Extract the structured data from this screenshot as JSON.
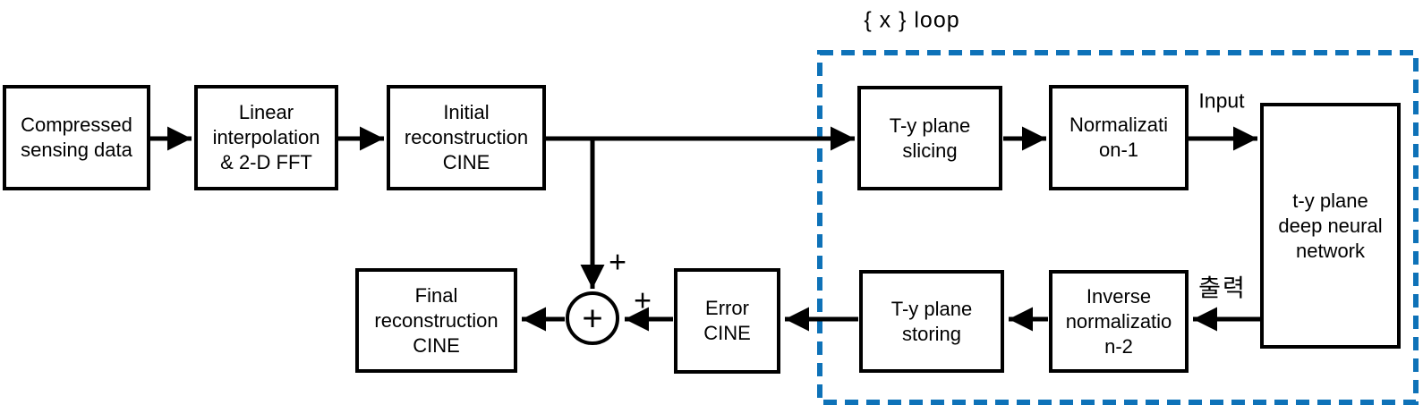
{
  "diagram": {
    "loop_label": "{ x } loop",
    "colors": {
      "loop_border": "#0e72b8",
      "wire": "#000000",
      "node_border": "#000000",
      "background": "#ffffff"
    },
    "nodes": {
      "compressed": {
        "label": "Compressed\nsensing data"
      },
      "linear_interp": {
        "label": "Linear\ninterpolation\n& 2-D FFT"
      },
      "initial_recon": {
        "label": "Initial\nreconstruction\nCINE"
      },
      "ty_slicing": {
        "label": "T-y plane\nslicing"
      },
      "normalization1": {
        "label": "Normalizati\non-1"
      },
      "dnn": {
        "label": "t-y plane\ndeep neural\nnetwork"
      },
      "final_recon": {
        "label": "Final\nreconstruction\nCINE"
      },
      "error_cine": {
        "label": "Error\nCINE"
      },
      "ty_storing": {
        "label": "T-y plane\nstoring"
      },
      "inverse_normalization2": {
        "label": "Inverse\nnormalizatio\nn-2"
      }
    },
    "edge_labels": {
      "input": "Input",
      "output_korean": "출력",
      "plus_initial_branch": "+",
      "plus_error_branch": "+",
      "summing_junction": "+"
    }
  }
}
